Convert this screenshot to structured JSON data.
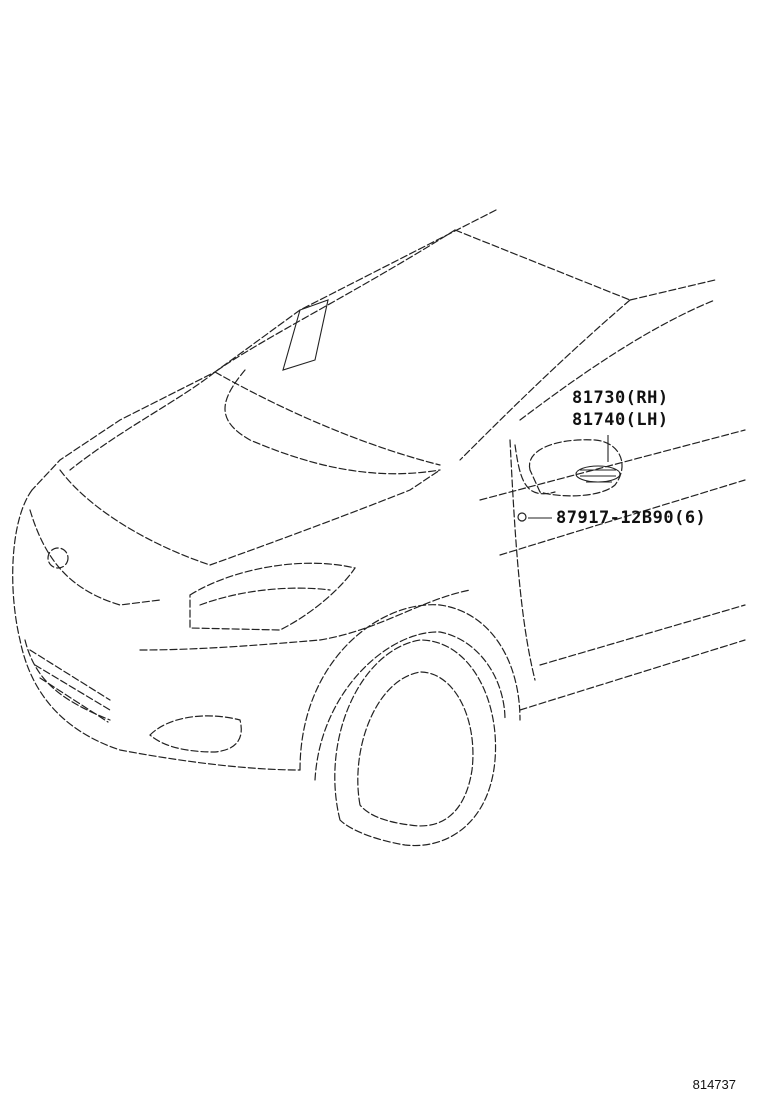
{
  "callouts": {
    "mirror_rh": "81730(RH)",
    "mirror_lh": "81740(LH)",
    "screw": "87917-12B90(6)"
  },
  "diagram_id": "814737",
  "line_color": "#222222"
}
